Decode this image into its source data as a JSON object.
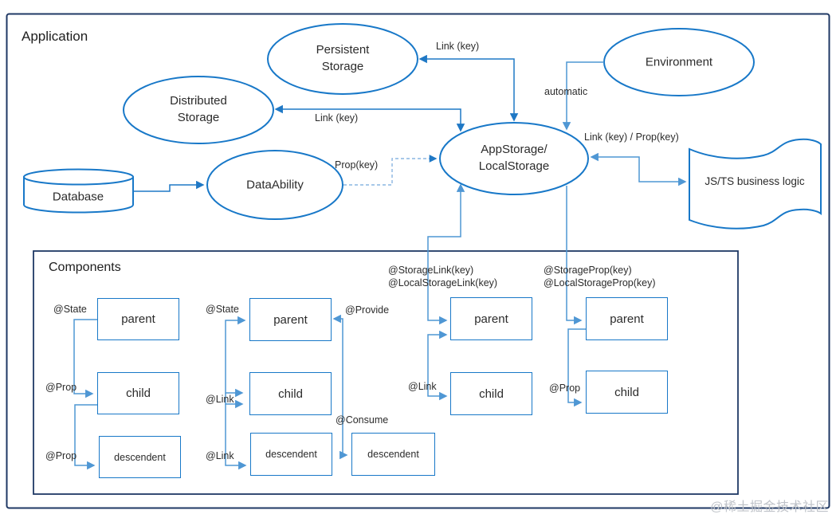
{
  "application": {
    "title": "Application"
  },
  "nodes": {
    "persistent_storage": {
      "line1": "Persistent",
      "line2": "Storage"
    },
    "distributed_storage": {
      "line1": "Distributed",
      "line2": "Storage"
    },
    "environment": {
      "label": "Environment"
    },
    "app_storage": {
      "line1": "AppStorage/",
      "line2": "LocalStorage"
    },
    "data_ability": {
      "label": "DataAbility"
    },
    "database": {
      "label": "Database"
    },
    "business_logic": {
      "label": "JS/TS business logic"
    }
  },
  "edge_labels": {
    "persistent_link": "Link (key)",
    "distributed_link": "Link (key)",
    "environment_automatic": "automatic",
    "dataability_prop": "Prop(key)",
    "business_link_prop": "Link (key) / Prop(key)"
  },
  "components": {
    "title": "Components",
    "headers": {
      "storage_link": {
        "line1": "@StorageLink(key)",
        "line2": "@LocalStorageLink(key)"
      },
      "storage_prop": {
        "line1": "@StorageProp(key)",
        "line2": "@LocalStorageProp(key)"
      }
    },
    "col1": {
      "parent": "parent",
      "child": "child",
      "descendent": "descendent",
      "state_label": "@State",
      "prop_label1": "@Prop",
      "prop_label2": "@Prop"
    },
    "col2": {
      "parent": "parent",
      "child": "child",
      "descendent": "descendent",
      "state_label": "@State",
      "link_label1": "@Link",
      "link_label2": "@Link",
      "provide_label": "@Provide",
      "consume_label": "@Consume",
      "consume_descendent": "descendent"
    },
    "col3": {
      "parent": "parent",
      "child": "child",
      "link_label": "@Link"
    },
    "col4": {
      "parent": "parent",
      "child": "child",
      "prop_label": "@Prop"
    }
  },
  "watermark": "@稀土掘金技术社区",
  "colors": {
    "shape_stroke": "#1878c8",
    "connector_dark": "#1f78c5",
    "connector_light": "#4f97d4",
    "frame": "#1f3864",
    "text": "#2b2b2b",
    "watermark": "#bfc3c9"
  }
}
